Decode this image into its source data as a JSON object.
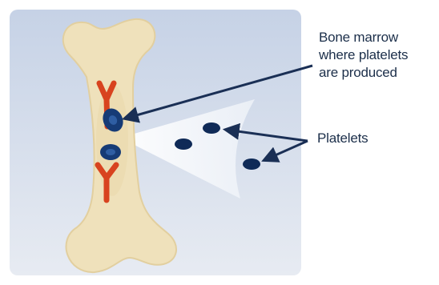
{
  "labels": {
    "marrow": [
      "Bone marrow",
      "where platelets",
      "are produced"
    ],
    "platelets": "Platelets"
  },
  "colors": {
    "panel_top": "#c6d2e6",
    "panel_bottom": "#e7ebf2",
    "bone": "#efe1bb",
    "bone_outline": "#e2cf9f",
    "vessel": "#d8431f",
    "marrow_cell": "#163b76",
    "platelet": "#0f2a57",
    "zoom_cone": "#f5f8fc",
    "arrow": "#1a2f55",
    "text": "#1c2f4a"
  },
  "icons": [
    "red-vessel-icon",
    "marrow-cell-icon",
    "platelet-icon"
  ]
}
